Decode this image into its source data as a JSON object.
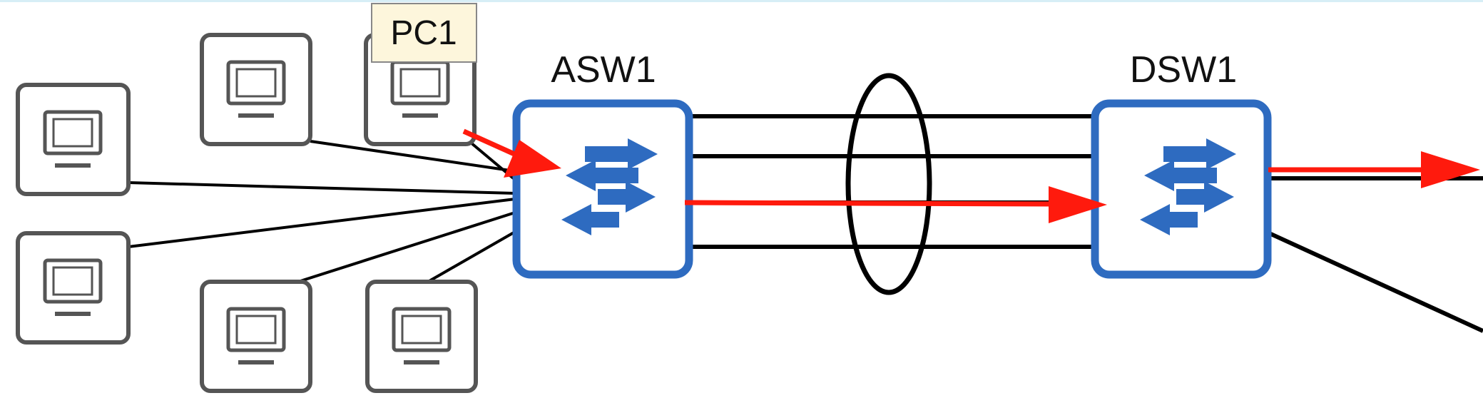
{
  "labels": {
    "pc1": "PC1",
    "access_switch": "ASW1",
    "distribution_switch": "DSW1"
  },
  "colors": {
    "pc_border": "#555555",
    "pc_fill": "#ffffff",
    "switch_border": "#2e6bc0",
    "switch_arrows": "#2e6bc0",
    "link": "#000000",
    "traffic_arrow": "#ff1a0d",
    "pc1_label_fill": "#fdf6dc"
  },
  "icons": {
    "pc": "computer-monitor-icon",
    "switch": "switch-bidirectional-arrows-icon",
    "etherchannel": "etherchannel-ellipse"
  }
}
